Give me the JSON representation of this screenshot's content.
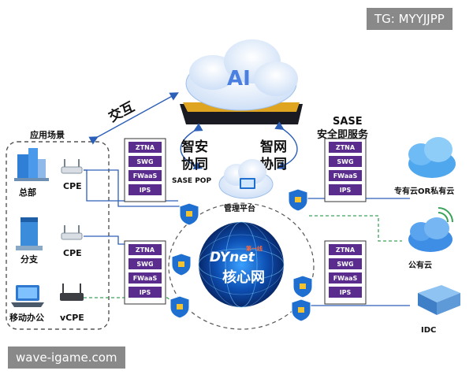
{
  "watermark_top": "TG: MYYJJPP",
  "watermark_bottom": "wave-igame.com",
  "left_group": {
    "title": "应用场景",
    "sites": [
      {
        "name": "总部",
        "device": "CPE"
      },
      {
        "name": "分支",
        "device": "CPE"
      },
      {
        "name": "移动办公",
        "device": "vCPE"
      }
    ]
  },
  "interaction_label": "交互",
  "ai_label": "AI",
  "security_collab": {
    "line1": "智安",
    "line2": "协同"
  },
  "network_collab": {
    "line1": "智网",
    "line2": "协同"
  },
  "sase_pop_label": "SASE POP",
  "management_label": "管理平台",
  "sase_service": {
    "line1": "SASE",
    "line2": "安全即服务"
  },
  "service_stack": [
    "ZTNA",
    "SWG",
    "FWaaS",
    "IPS"
  ],
  "core_network": {
    "brand": "DYnet",
    "brand_sub": "第一线",
    "title": "核心网"
  },
  "right_clouds": [
    {
      "name": "专有云OR私有云"
    },
    {
      "name": "公有云"
    },
    {
      "name": "IDC"
    }
  ],
  "colors": {
    "stack_purple": "#5a2c8e",
    "accent_blue": "#1f6fd1",
    "ai_blue": "#4b7fe0",
    "dashed_green": "#3aa35a"
  }
}
